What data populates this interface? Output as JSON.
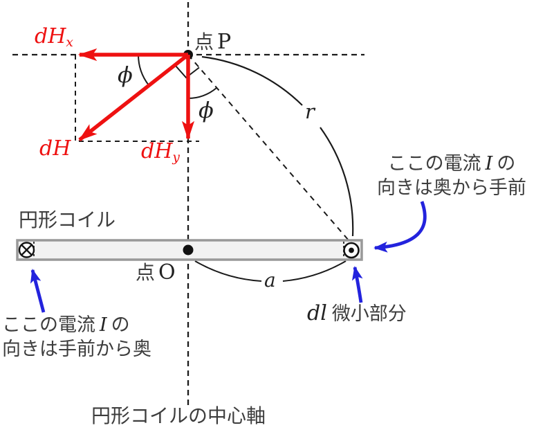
{
  "colors": {
    "vector_red": "#ee1111",
    "arrow_blue": "#2323dd",
    "text_gray": "#3d3d3d",
    "math_black": "#222222",
    "coil_border": "#999999",
    "coil_fill": "#f2f2f2"
  },
  "labels": {
    "point_p_kanji": "点",
    "point_p_letter": "P",
    "point_o_kanji": "点",
    "point_o_letter": "O",
    "dH": "dH",
    "dH_sub_x": "x",
    "dH_sub_y": "y",
    "phi": "ϕ",
    "r": "r",
    "a": "a",
    "coil": "円形コイル",
    "center_axis": "円形コイルの中心軸",
    "dl": "dl",
    "dl_text": "微小部分"
  },
  "annotations": {
    "top_right": {
      "line1_prefix": "ここの電流",
      "current_symbol": "I",
      "line1_suffix": "の",
      "line2": "向きは奥から手前"
    },
    "bottom_left": {
      "line1_prefix": "ここの電流",
      "current_symbol": "I",
      "line1_suffix": "の",
      "line2": "向きは手前から奥"
    }
  },
  "icons": {
    "left_coil_end": "current-into-page-symbol",
    "right_coil_end": "current-out-of-page-symbol"
  }
}
